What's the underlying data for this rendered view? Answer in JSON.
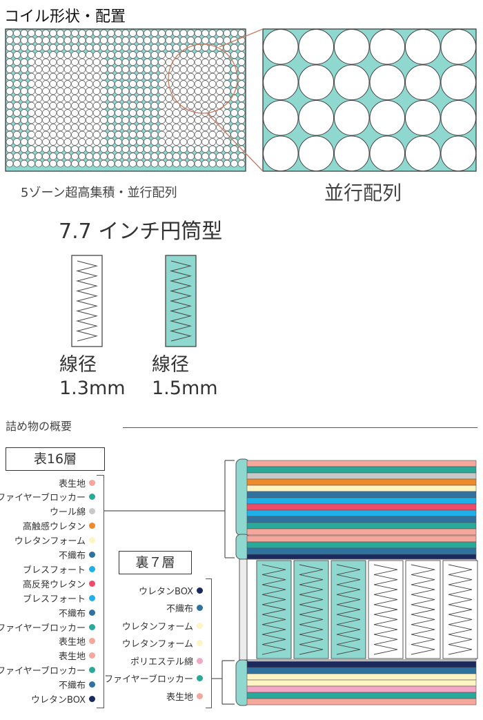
{
  "title": "コイル形状・配置",
  "zone_caption": "5ゾーン超高集積・並行配列",
  "parallel_caption": "並行配列",
  "coil_type": "7.7 インチ円筒型",
  "wires": [
    {
      "label": "線径",
      "size": "1.3mm"
    },
    {
      "label": "線径",
      "size": "1.5mm"
    }
  ],
  "fill_section_title": "詰め物の概要",
  "top_label": "表16層",
  "bottom_label": "裏７層",
  "top_layers": [
    {
      "name": "表生地",
      "color": "#f4a79a"
    },
    {
      "name": "ファイヤーブロッカー",
      "color": "#2aa89a"
    },
    {
      "name": "ウール綿",
      "color": "#c8c8c8"
    },
    {
      "name": "高触感ウレタン",
      "color": "#ef8a2a"
    },
    {
      "name": "ウレタンフォーム",
      "color": "#fff4c2"
    },
    {
      "name": "不織布",
      "color": "#2e72a0"
    },
    {
      "name": "ブレスフォート",
      "color": "#1eb0e8"
    },
    {
      "name": "高反発ウレタン",
      "color": "#ee4a6a"
    },
    {
      "name": "ブレスフォート",
      "color": "#1eb0e8"
    },
    {
      "name": "不織布",
      "color": "#2e72a0"
    },
    {
      "name": "ファイヤーブロッカー",
      "color": "#2aa89a"
    },
    {
      "name": "表生地",
      "color": "#f4a79a"
    },
    {
      "name": "表生地",
      "color": "#f4a79a"
    },
    {
      "name": "ファイヤーブロッカー",
      "color": "#2aa89a"
    },
    {
      "name": "不織布",
      "color": "#2e72a0"
    },
    {
      "name": "ウレタンBOX",
      "color": "#1a2a5e"
    }
  ],
  "bottom_layers": [
    {
      "name": "ウレタンBOX",
      "color": "#1a2a5e"
    },
    {
      "name": "不織布",
      "color": "#2e72a0"
    },
    {
      "name": "ウレタンフォーム",
      "color": "#fff4c2"
    },
    {
      "name": "ウレタンフォーム",
      "color": "#fff4c2"
    },
    {
      "name": "ポリエステル綿",
      "color": "#f4a6c6"
    },
    {
      "name": "ファイヤーブロッカー",
      "color": "#2aa89a"
    },
    {
      "name": "表生地",
      "color": "#f4a79a"
    }
  ],
  "colors": {
    "mint": "#8fd8cf",
    "grid_dark": "#444444",
    "callout": "#c97a5e"
  }
}
